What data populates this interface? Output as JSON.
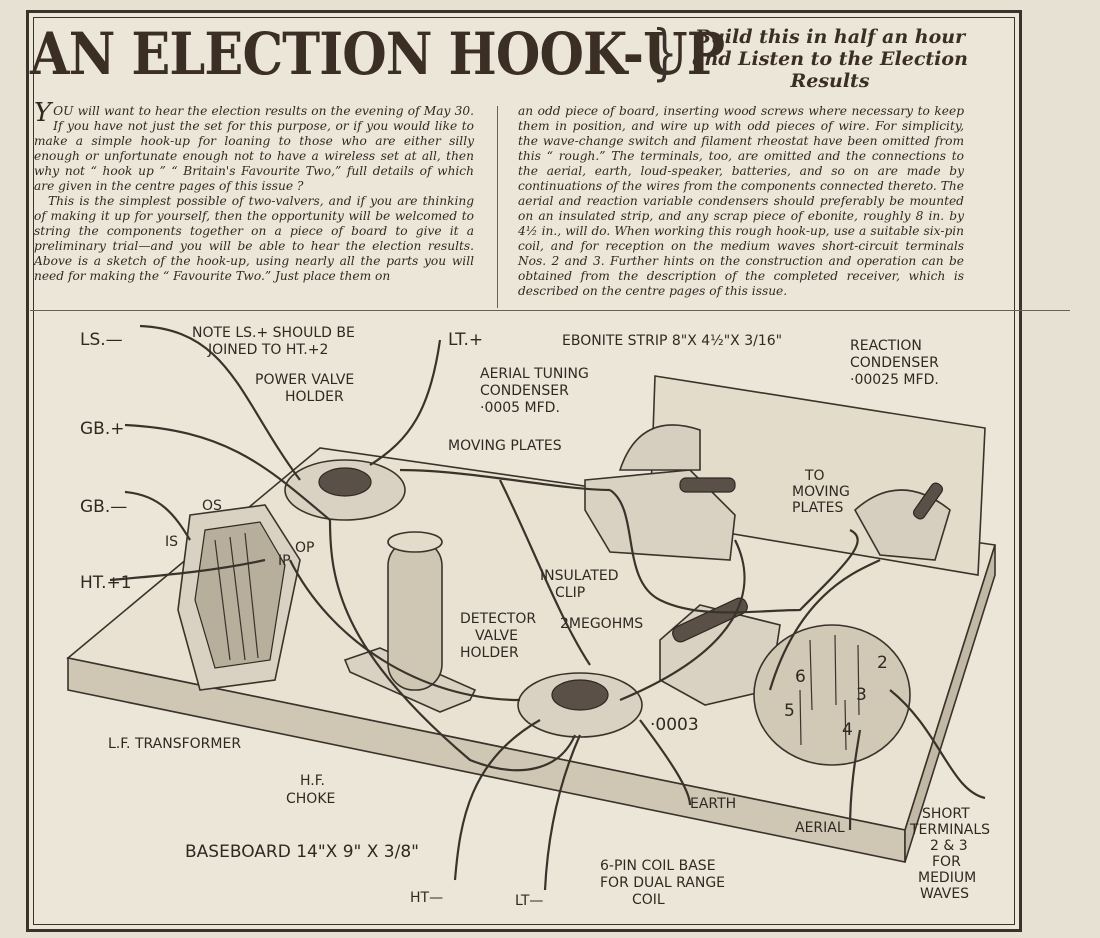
{
  "headline": "AN ELECTION HOOK-UP",
  "subtitle": "Build this in half an hour and Listen to the Election Results",
  "article": {
    "left_p1_dropcap": "Y",
    "left_p1": "OU will want to hear the election results on the evening of May 30. If you have not just the set for this purpose, or if you would like to make a simple hook-up for loaning to those who are either silly enough or unfortunate enough not to have a wireless set at all, then why not “ hook up ” “ Britain's Favourite Two,” full details of which are given in the centre pages of this issue ?",
    "left_p2": "This is the simplest possible of two-valvers, and if you are thinking of making it up for yourself, then the opportunity will be welcomed to string the components together on a piece of board to give it a preliminary trial—and you will be able to hear the election results. Above is a sketch of the hook-up, using nearly all the parts you will need for making the “ Favourite Two.” Just place them on",
    "right_p1": "an odd piece of board, inserting wood screws where necessary to keep them in position, and wire up with odd pieces of wire. For simplicity, the wave-change switch and filament rheostat have been omitted from this “ rough.” The terminals, too, are omitted and the connections to the aerial, earth, loud-speaker, batteries, and so on are made by continuations of the wires from the components connected thereto. The aerial and reaction variable condensers should preferably be mounted on an insulated strip, and any scrap piece of ebonite, roughly 8 in. by 4½ in., will do. When working this rough hook-up, use a suitable six-pin coil, and for reception on the medium waves short-circuit terminals Nos. 2 and 3. Further hints on the construction and operation can be obtained from the description of the completed receiver, which is described on the centre pages of this issue."
  },
  "diagram": {
    "ls_minus": "LS.—",
    "note_1": "NOTE LS.+ SHOULD BE",
    "note_2": "JOINED TO HT.+2",
    "lt_plus": "LT.+",
    "ebonite_strip": "EBONITE STRIP 8\"X 4½\"X 3/16\"",
    "reaction_1": "REACTION",
    "reaction_2": "CONDENSER",
    "reaction_3": "·00025 MFD.",
    "power_valve_1": "POWER VALVE",
    "power_valve_2": "HOLDER",
    "aerial_tuning_1": "AERIAL TUNING",
    "aerial_tuning_2": "CONDENSER",
    "aerial_tuning_3": "·0005 MFD.",
    "gb_plus": "GB.+",
    "moving_plates": "MOVING PLATES",
    "to_moving_1": "TO",
    "to_moving_2": "MOVING",
    "to_moving_3": "PLATES",
    "gb_minus": "GB.—",
    "os": "OS",
    "is": "IS",
    "op": "OP",
    "ip": "IP",
    "ht_plus_1": "HT.+1",
    "insulated_clip_1": "INSULATED",
    "insulated_clip_2": "CLIP",
    "detector_1": "DETECTOR",
    "detector_2": "VALVE",
    "detector_3": "HOLDER",
    "megohms": "2MEGOHMS",
    "cap_0003": "·0003",
    "lf_transformer": "L.F. TRANSFORMER",
    "hf_choke_1": "H.F.",
    "hf_choke_2": "CHOKE",
    "earth": "EARTH",
    "aerial": "AERIAL",
    "short_1": "SHORT",
    "short_2": "TERMINALS",
    "short_3": "2 & 3",
    "short_4": "FOR",
    "short_5": "MEDIUM",
    "short_6": "WAVES",
    "baseboard": "BASEBOARD 14\"X 9\" X 3/8\"",
    "ht_minus": "HT—",
    "lt_minus": "LT—",
    "coil_base_1": "6-PIN COIL BASE",
    "coil_base_2": "FOR DUAL RANGE",
    "coil_base_3": "COIL",
    "pin_2": "2",
    "pin_3": "3",
    "pin_4": "4",
    "pin_5": "5",
    "pin_6": "6"
  }
}
